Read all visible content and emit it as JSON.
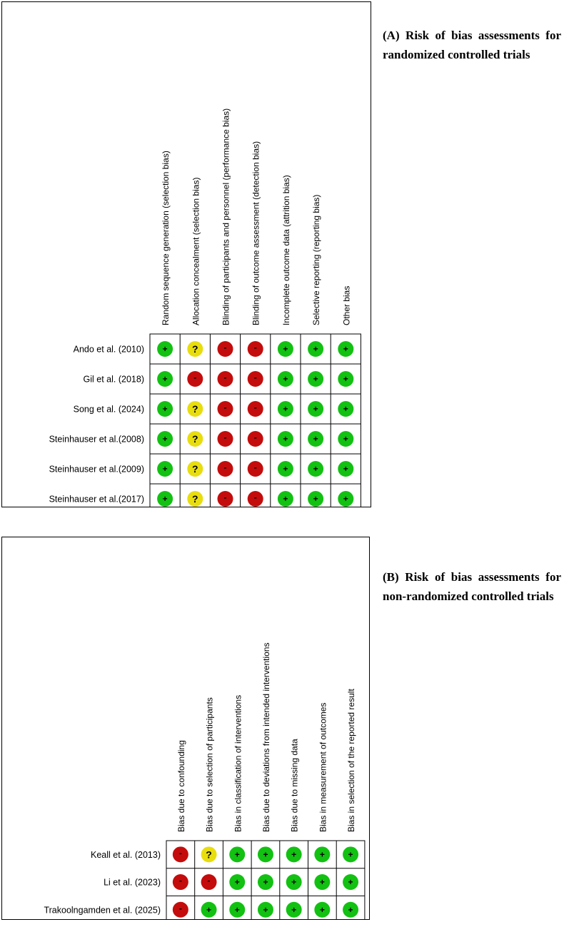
{
  "panel_a": {
    "caption": "(A) Risk of bias assessments for randomized controlled trials"
  },
  "panel_b": {
    "caption": "(B) Risk of bias assessments for non-randomized controlled trials"
  },
  "colors": {
    "low": "#12c112",
    "unclear": "#e8dd0e",
    "high": "#c40c0c"
  },
  "chart_data": [
    {
      "type": "table",
      "domains": [
        "Random sequence generation (selection bias)",
        "Allocation concealment (selection bias)",
        "Blinding of participants and personnel (performance bias)",
        "Blinding of outcome assessment (detection bias)",
        "Incomplete outcome data (attrition bias)",
        "Selective reporting (reporting bias)",
        "Other bias"
      ],
      "studies": [
        {
          "name": "Ando et al. (2010)",
          "ratings": [
            "+",
            "?",
            "-",
            "-",
            "+",
            "+",
            "+"
          ]
        },
        {
          "name": "Gil et al. (2018)",
          "ratings": [
            "+",
            "-",
            "-",
            "-",
            "+",
            "+",
            "+"
          ]
        },
        {
          "name": "Song et al. (2024)",
          "ratings": [
            "+",
            "?",
            "-",
            "-",
            "+",
            "+",
            "+"
          ]
        },
        {
          "name": "Steinhauser et al.(2008)",
          "ratings": [
            "+",
            "?",
            "-",
            "-",
            "+",
            "+",
            "+"
          ]
        },
        {
          "name": "Steinhauser et al.(2009)",
          "ratings": [
            "+",
            "?",
            "-",
            "-",
            "+",
            "+",
            "+"
          ]
        },
        {
          "name": "Steinhauser et al.(2017)",
          "ratings": [
            "+",
            "?",
            "-",
            "-",
            "+",
            "+",
            "+"
          ]
        }
      ]
    },
    {
      "type": "table",
      "domains": [
        "Bias due to confounding",
        "Bias due to selection of participants",
        "Bias in classification of interventions",
        "Bias due to deviations from intended interventions",
        "Bias due to missing data",
        "Bias in measurement of outcomes",
        "Bias in selection of the reported result"
      ],
      "studies": [
        {
          "name": "Keall et al. (2013)",
          "ratings": [
            "-",
            "?",
            "+",
            "+",
            "+",
            "+",
            "+"
          ]
        },
        {
          "name": "Li et al. (2023)",
          "ratings": [
            "-",
            "-",
            "+",
            "+",
            "+",
            "+",
            "+"
          ]
        },
        {
          "name": "Trakoolngamden et al. (2025)",
          "ratings": [
            "-",
            "+",
            "+",
            "+",
            "+",
            "+",
            "+"
          ]
        }
      ]
    }
  ]
}
